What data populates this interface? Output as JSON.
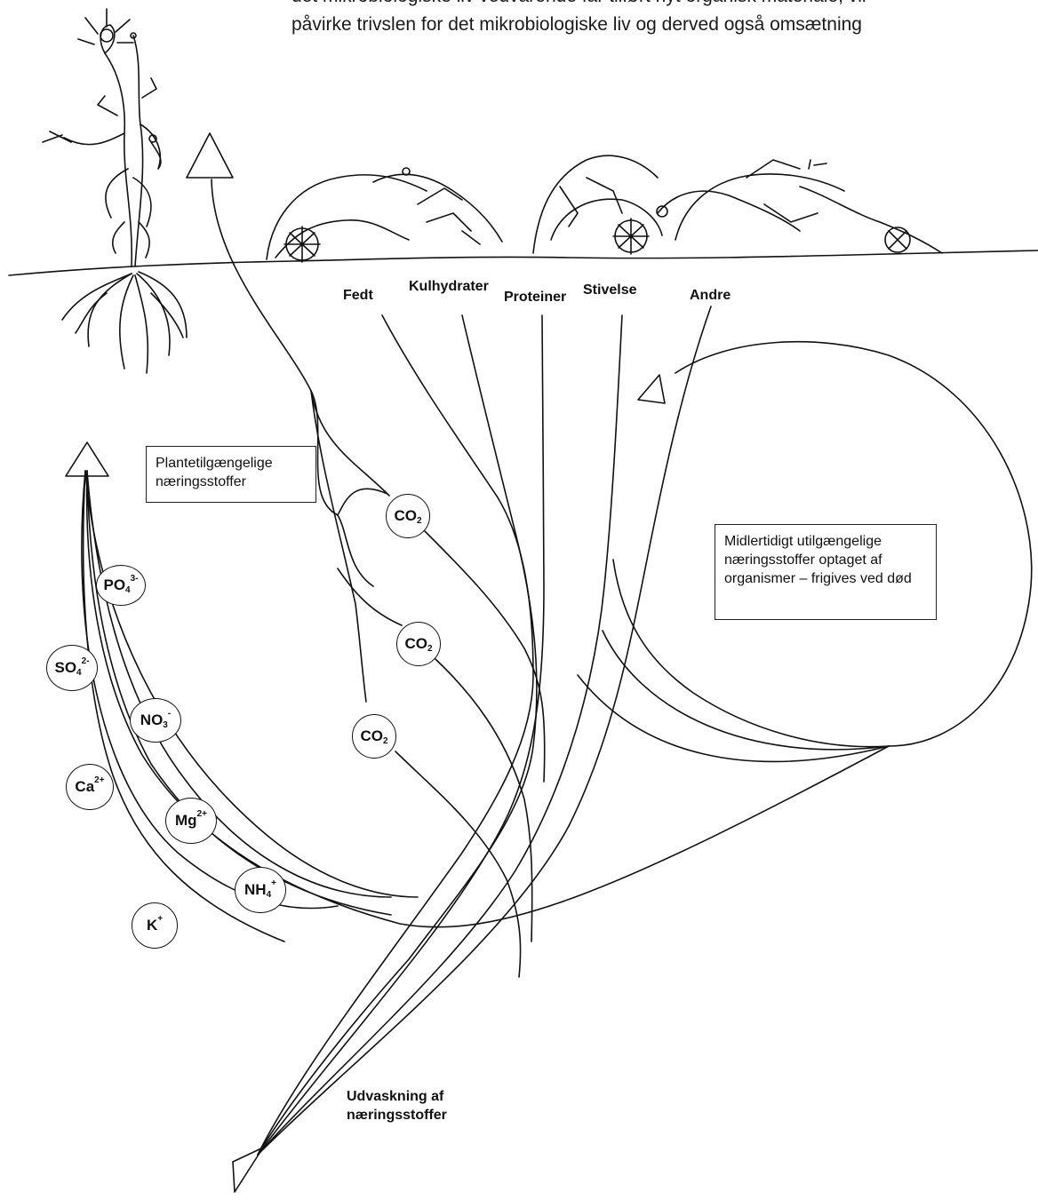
{
  "intro_text": {
    "line1": "det mikrobiologiske liv vedvarende får tilført nyt organisk materiale, vil",
    "line2": "påvirke trivslen for det mikrobiologiske liv og derved også omsætning"
  },
  "organic_labels": {
    "fedt": "Fedt",
    "kulhydrater": "Kulhydrater",
    "proteiner": "Proteiner",
    "stivelse": "Stivelse",
    "andre": "Andre"
  },
  "boxes": {
    "plant_available": "Plantetilgængelige næringsstoffer",
    "temporarily_unavailable": "Midlertidigt utilgængelige næringsstoffer optaget af organismer – frigives ved død",
    "leaching": "Udvaskning af næringsstoffer"
  },
  "co2": {
    "base": "CO",
    "sub": "2"
  },
  "nutrients": {
    "po4": {
      "base": "PO",
      "sub": "4",
      "sup": "3-"
    },
    "so4": {
      "base": "SO",
      "sub": "4",
      "sup": "2-"
    },
    "no3": {
      "base": "NO",
      "sub": "3",
      "sup": "-"
    },
    "ca": {
      "base": "Ca",
      "sup": "2+"
    },
    "mg": {
      "base": "Mg",
      "sup": "2+"
    },
    "nh4": {
      "base": "NH",
      "sub": "4",
      "sup": "+"
    },
    "k": {
      "base": "K",
      "sup": "+"
    }
  }
}
